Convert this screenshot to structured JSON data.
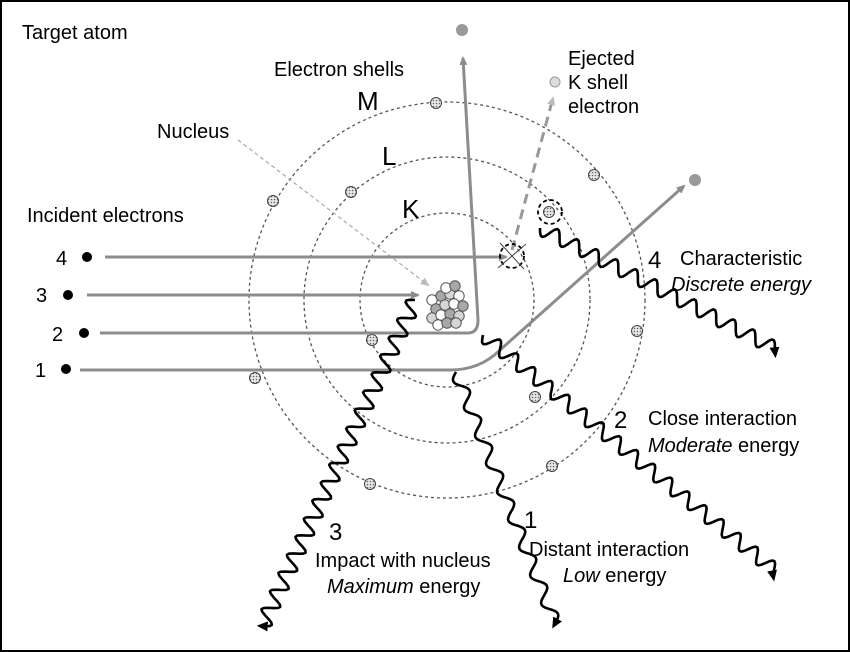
{
  "title": "Target atom",
  "labels": {
    "electron_shells": "Electron shells",
    "nucleus": "Nucleus",
    "incident_electrons": "Incident electrons",
    "ejected_line1": "Ejected",
    "ejected_line2": "K shell",
    "ejected_line3": "electron"
  },
  "shells": {
    "M": "M",
    "L": "L",
    "K": "K"
  },
  "incident_numbers": [
    "4",
    "3",
    "2",
    "1"
  ],
  "interactions": {
    "characteristic": {
      "number": "4",
      "line1": "Characteristic",
      "line2": "Discrete energy"
    },
    "close": {
      "number": "2",
      "line1": "Close interaction",
      "line2_italic": "Moderate",
      "line2_rest": " energy"
    },
    "distant": {
      "number": "1",
      "line1": "Distant interaction",
      "line2_italic": "Low",
      "line2_rest": " energy"
    },
    "nucleus_impact": {
      "number": "3",
      "line1": "Impact with nucleus",
      "line2_italic": "Maximum",
      "line2_rest": " energy"
    }
  },
  "colors": {
    "incident_path": "#8c8c8c",
    "photon": "#000000",
    "shell_line": "#555555",
    "electron_fill": "#d0d0d0",
    "nucleus_fill": "#a8a8a8"
  }
}
